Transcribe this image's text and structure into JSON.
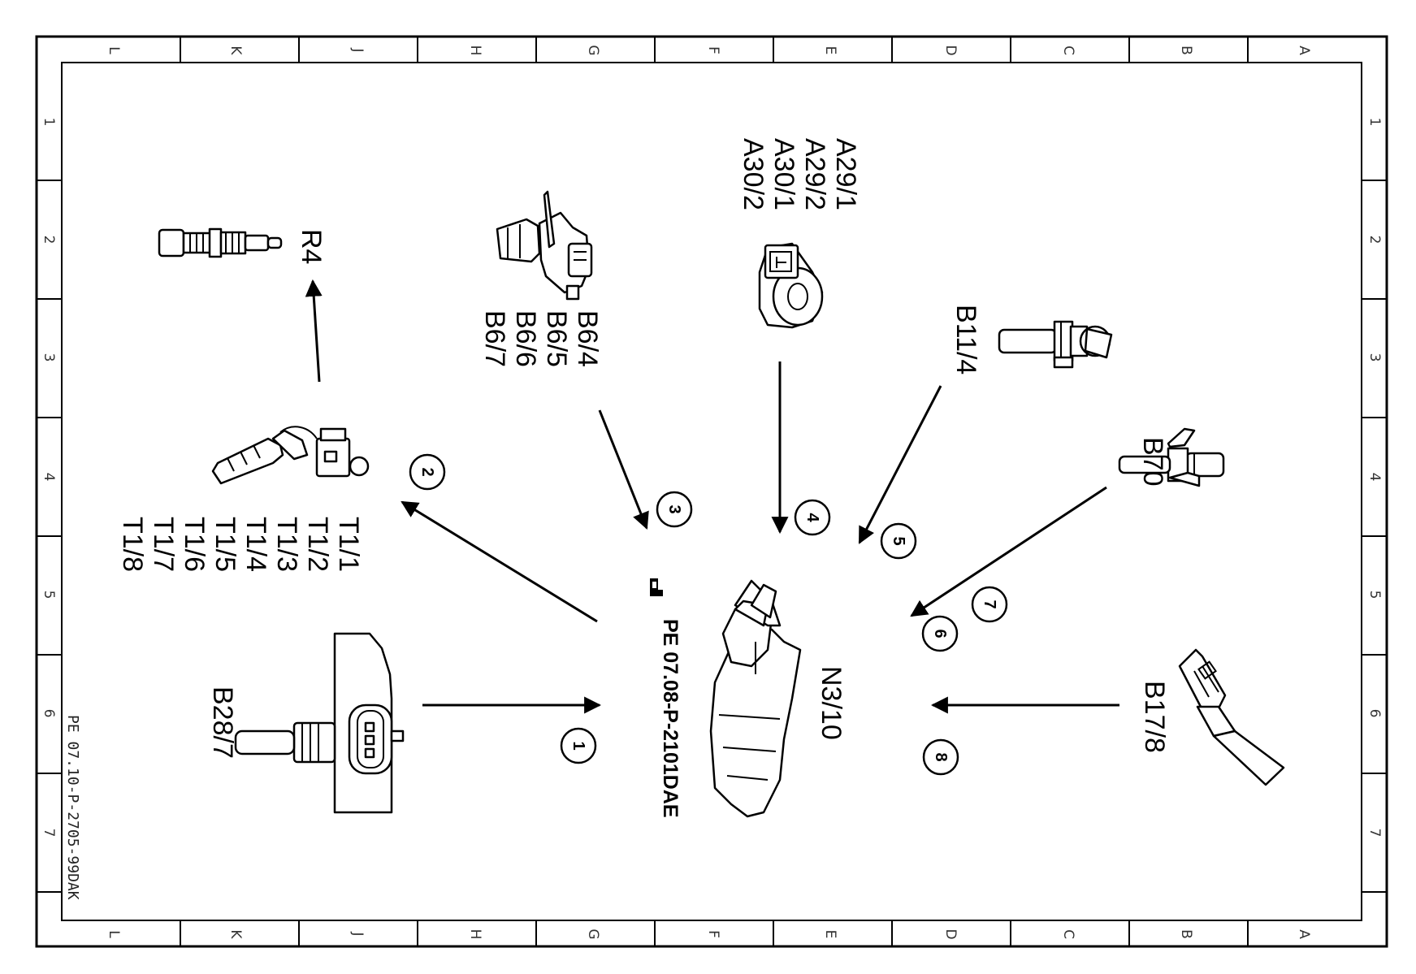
{
  "frame": {
    "columns": [
      "L",
      "K",
      "J",
      "H",
      "G",
      "F",
      "E",
      "D",
      "C",
      "B",
      "A"
    ],
    "rows": [
      "1",
      "2",
      "3",
      "4",
      "5",
      "6",
      "7"
    ]
  },
  "document_ref": "PE 07.10-P-2705-99DAK",
  "center": {
    "component": "N3/10",
    "reference": "PE 07.08-P-2101DAE",
    "reference_icon": "pointing-hand-icon"
  },
  "components": {
    "r4": "R4",
    "b6": [
      "B6/4",
      "B6/5",
      "B6/6",
      "B6/7"
    ],
    "a29": [
      "A29/1",
      "A29/2",
      "A30/1",
      "A30/2"
    ],
    "b11": "B11/4",
    "b70": "B70",
    "t1": [
      "T1/1",
      "T1/2",
      "T1/3",
      "T1/4",
      "T1/5",
      "T1/6",
      "T1/7",
      "T1/8"
    ],
    "b28": "B28/7",
    "b17": "B17/8"
  },
  "callouts": [
    "1",
    "2",
    "3",
    "4",
    "5",
    "6",
    "7",
    "8"
  ]
}
